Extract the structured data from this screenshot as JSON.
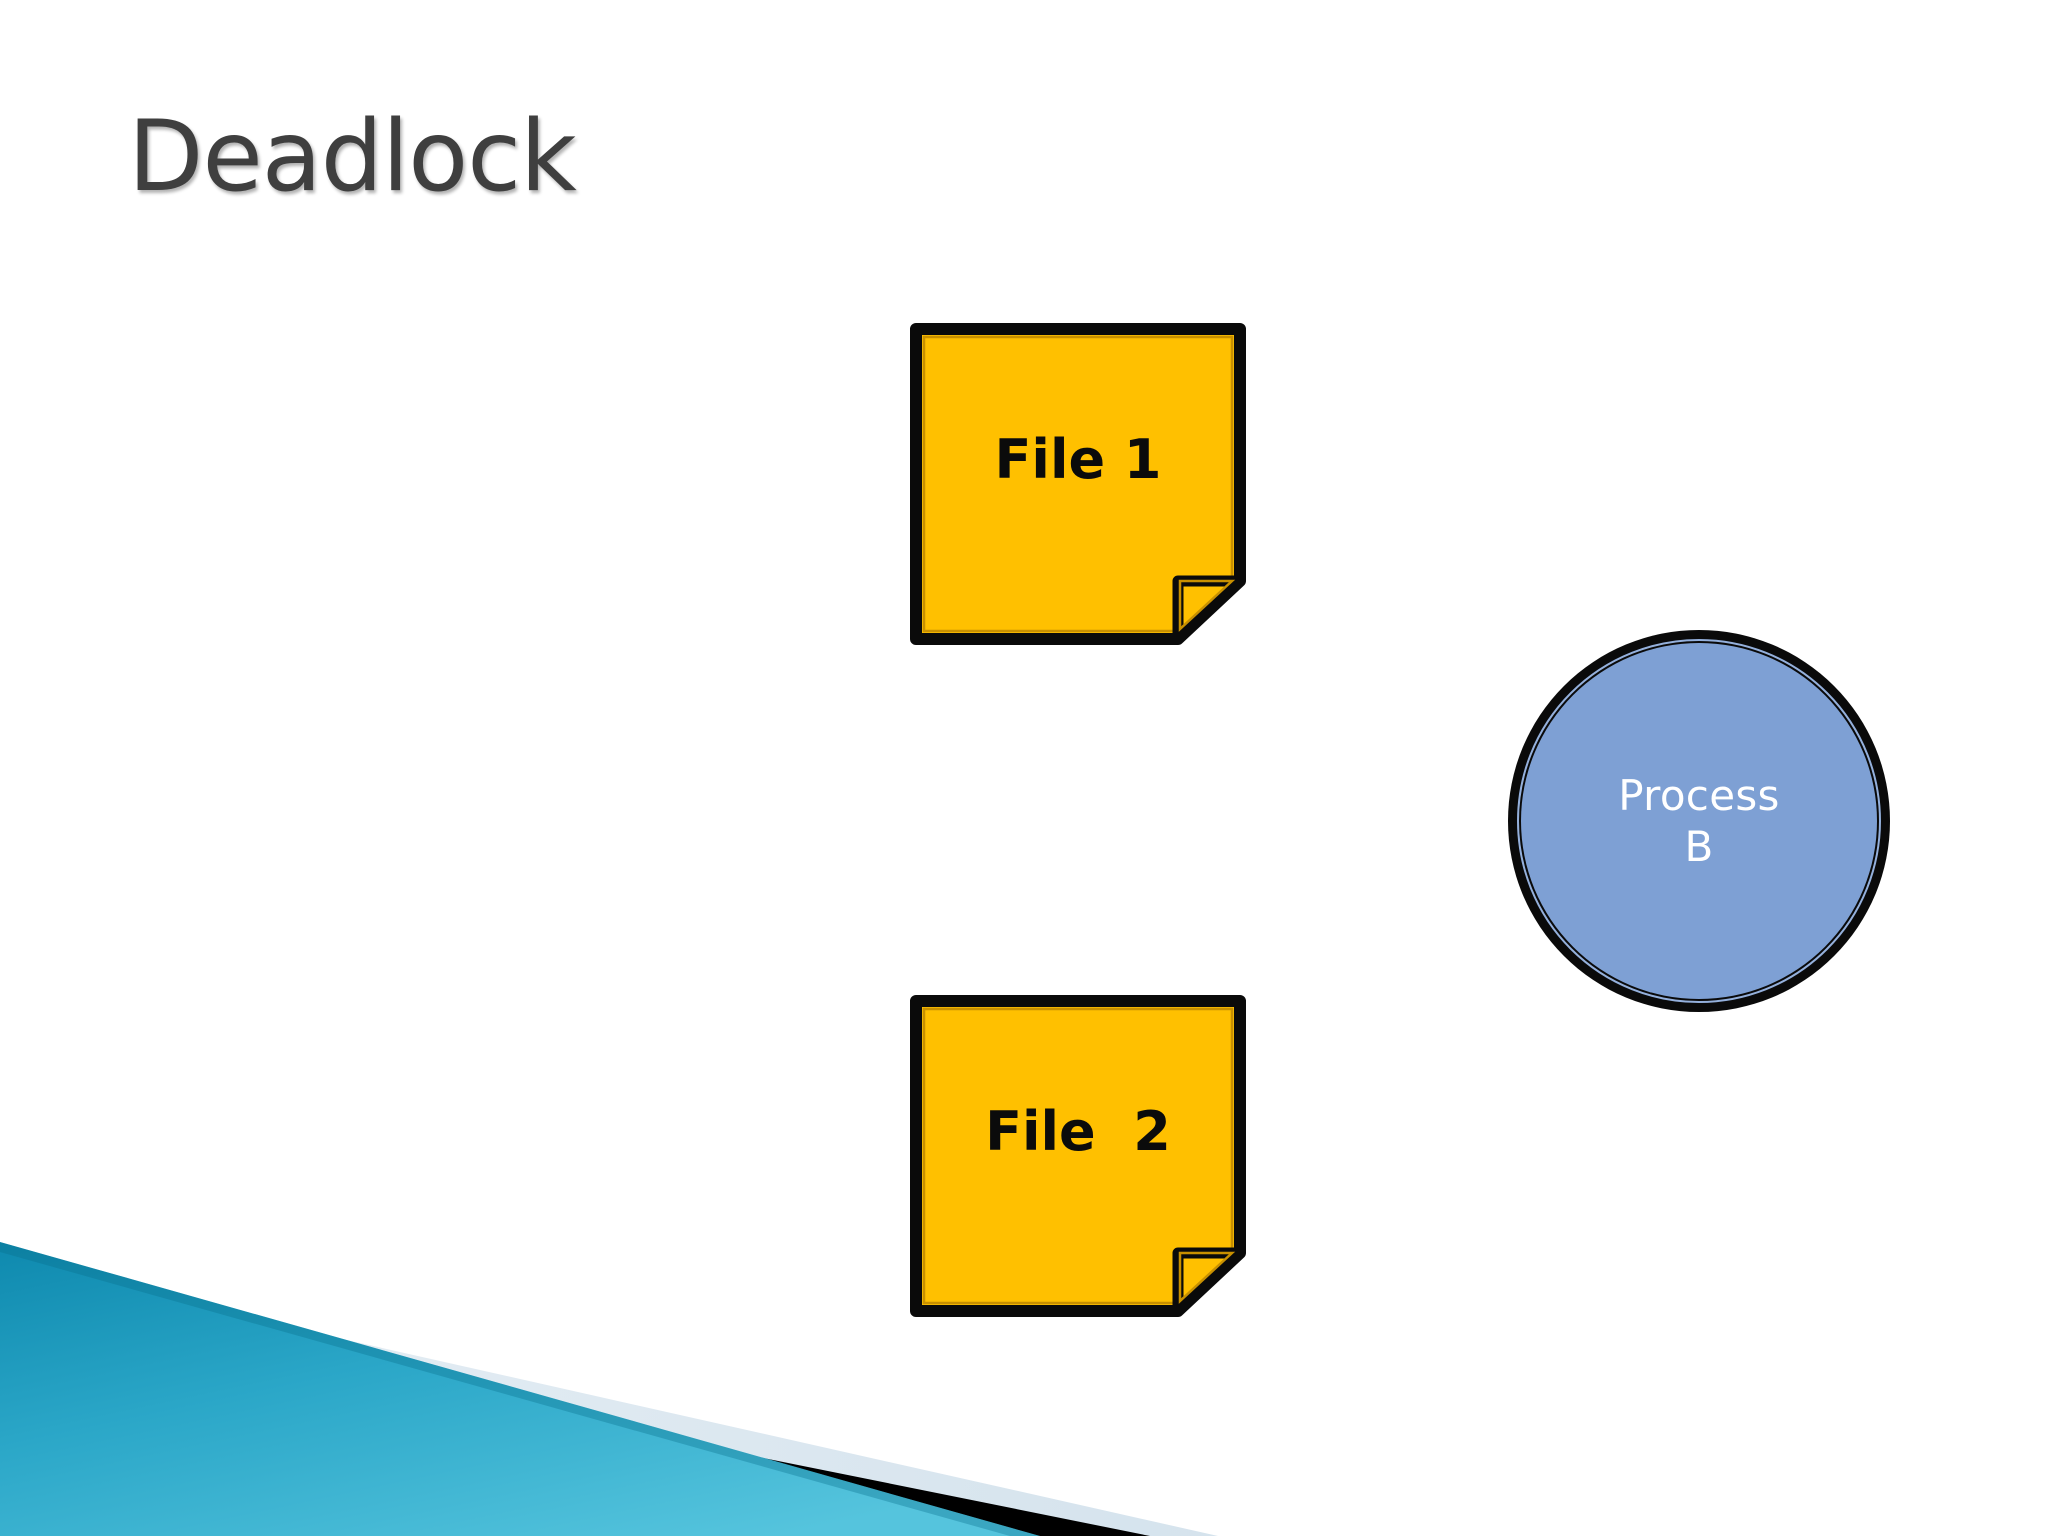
{
  "slide": {
    "title": "Deadlock",
    "background_color": "#FFFFFF",
    "title_color": "#3F3F3F"
  },
  "shapes": {
    "file1": {
      "label": "File 1",
      "kind": "document-page",
      "fill_color": "#FFC000",
      "border_color": "#000000",
      "text_color": "#000000"
    },
    "file2": {
      "label": "File  2",
      "kind": "document-page",
      "fill_color": "#FFC000",
      "border_color": "#000000",
      "text_color": "#000000"
    },
    "process_b": {
      "label_line1": "Process",
      "label_line2": "B",
      "kind": "circle",
      "fill_color": "#7EA0D4",
      "border_color": "#0A0A0A",
      "inner_ring_color": "#94B0DC",
      "text_color": "#FFFFFF"
    }
  },
  "decoration": {
    "ribbon": {
      "teal_light": "#4FBFD8",
      "teal_dark": "#0E89AE",
      "stripe_color": "#000000",
      "band_color": "#DCE7EF"
    }
  }
}
